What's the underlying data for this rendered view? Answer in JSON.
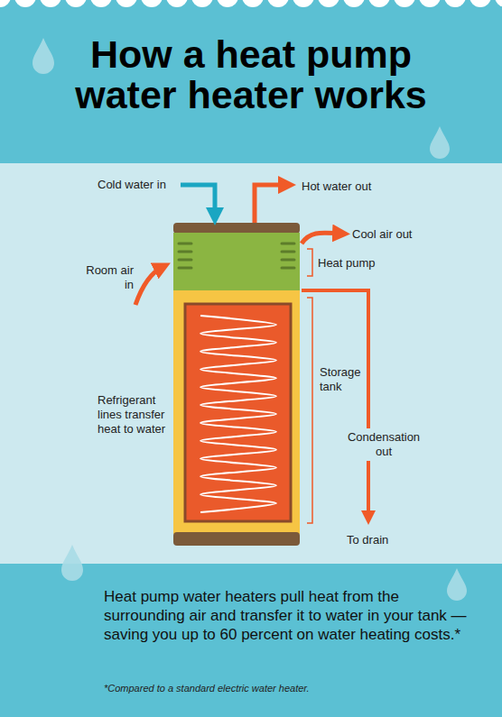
{
  "diagram": {
    "title": "How a heat pump water heater works",
    "caption": "Heat pump water heaters pull heat from the surrounding air and transfer it to water in your tank — saving you up to 60 percent on water heating costs.*",
    "labels": [
      "Cold water in",
      "Hot water out",
      "Cool air out",
      "Room air in",
      "Heat pump",
      "Storage tank",
      "Refrigerant lines transfer heat to water",
      "Condensation out",
      "To drain",
      "*Compared to a standard electric water heater."
    ]
  }
}
